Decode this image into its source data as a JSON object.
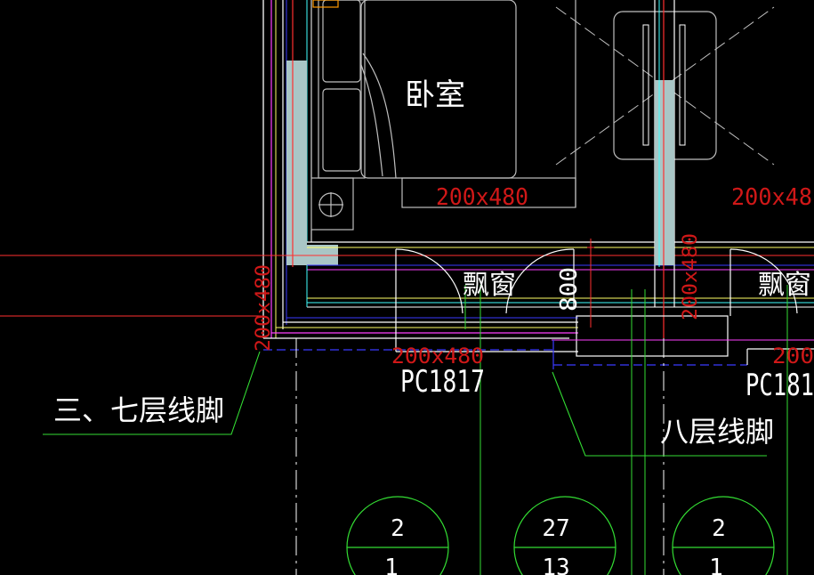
{
  "drawing": {
    "room_label": "卧室",
    "bay_window_left": "飘窗",
    "bay_window_right": "飘窗",
    "dim_800": "800",
    "col_size_top_mid": "200x480",
    "col_size_top_right": "200x48",
    "col_size_left_vertical": "200x480",
    "col_size_mid_vertical": "200x480",
    "col_size_bottom_mid": "200x480",
    "col_size_bottom_right": "200",
    "window_code_left": "PC1817",
    "window_code_right": "PC181",
    "leader_label_left": "三、七层线脚",
    "leader_label_right": "八层线脚",
    "grid_bubbles": [
      {
        "top": "2",
        "bottom": "1"
      },
      {
        "top": "27",
        "bottom": "13"
      },
      {
        "top": "2",
        "bottom": "1"
      }
    ]
  },
  "colors": {
    "background": "#000000",
    "wall_white": "#ffffff",
    "outline_gray": "#bfbfbf",
    "column_fill": "#a9c6c6",
    "red": "#ff3030",
    "dim_red": "#d01818",
    "magenta": "#ff40ff",
    "yellow": "#ffff66",
    "cyan": "#40ffff",
    "blue": "#3a3aff",
    "green": "#33dd33",
    "orange": "#ff9900"
  }
}
